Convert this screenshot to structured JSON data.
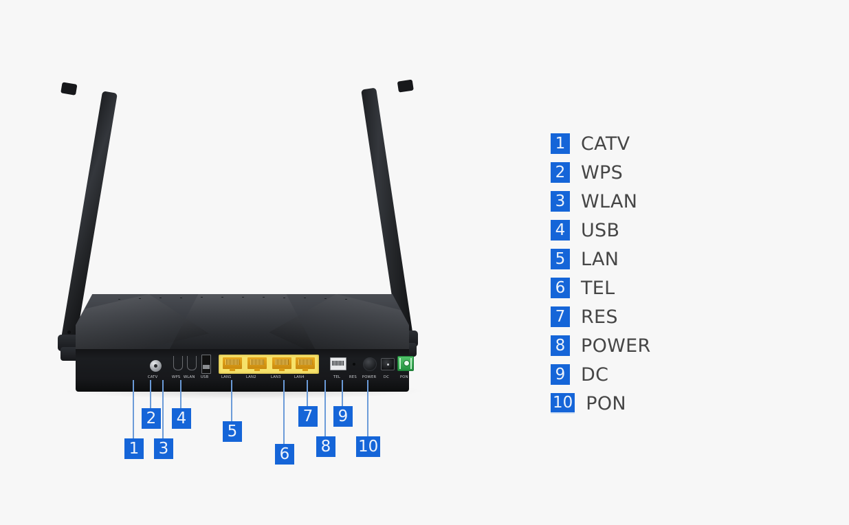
{
  "background_color": "#f7f7f7",
  "accent_color": "#1565d8",
  "leader_color": "#6b9bd8",
  "label_color": "#464646",
  "device": {
    "name": "gpon-router-rear-view",
    "antenna_count": 2,
    "port_labels": [
      {
        "id": "catv",
        "text": "CATV"
      },
      {
        "id": "wps",
        "text": "WPS"
      },
      {
        "id": "wlan",
        "text": "WLAN"
      },
      {
        "id": "usb",
        "text": "USB"
      },
      {
        "id": "lan1",
        "text": "LAN1"
      },
      {
        "id": "lan2",
        "text": "LAN2"
      },
      {
        "id": "lan3",
        "text": "LAN3"
      },
      {
        "id": "lan4",
        "text": "LAN4"
      },
      {
        "id": "tel",
        "text": "TEL"
      },
      {
        "id": "res",
        "text": "RES"
      },
      {
        "id": "power",
        "text": "POWER"
      },
      {
        "id": "dc",
        "text": "DC"
      },
      {
        "id": "pon",
        "text": "PON"
      }
    ]
  },
  "callouts": [
    {
      "number": "1",
      "target": "catv"
    },
    {
      "number": "2",
      "target": "wps"
    },
    {
      "number": "3",
      "target": "wlan"
    },
    {
      "number": "4",
      "target": "usb"
    },
    {
      "number": "5",
      "target": "lan"
    },
    {
      "number": "6",
      "target": "tel"
    },
    {
      "number": "7",
      "target": "res"
    },
    {
      "number": "8",
      "target": "power"
    },
    {
      "number": "9",
      "target": "dc"
    },
    {
      "number": "10",
      "target": "pon"
    }
  ],
  "legend": [
    {
      "number": "1",
      "label": "CATV"
    },
    {
      "number": "2",
      "label": "WPS"
    },
    {
      "number": "3",
      "label": "WLAN"
    },
    {
      "number": "4",
      "label": "USB"
    },
    {
      "number": "5",
      "label": "LAN"
    },
    {
      "number": "6",
      "label": "TEL"
    },
    {
      "number": "7",
      "label": "RES"
    },
    {
      "number": "8",
      "label": "POWER"
    },
    {
      "number": "9",
      "label": "DC"
    },
    {
      "number": "10",
      "label": "PON"
    }
  ]
}
